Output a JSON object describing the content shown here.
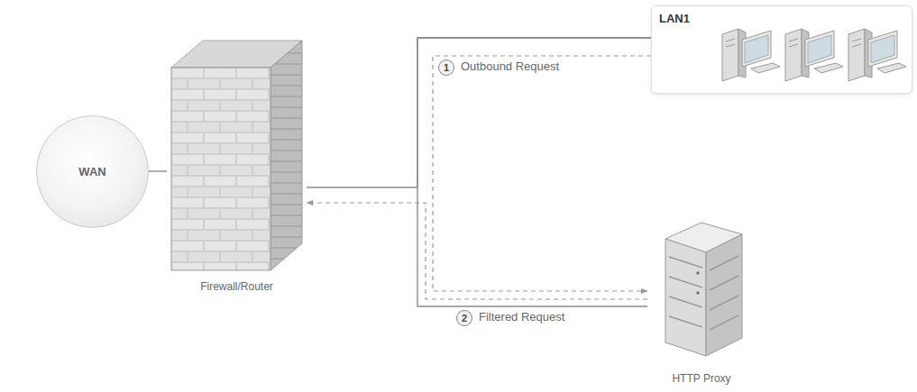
{
  "diagram": {
    "nodes": [
      {
        "text": [
          "WAN"
        ]
      },
      {
        "text": [
          "Firewall/Router"
        ]
      },
      {
        "text": [
          "LAN1"
        ]
      },
      {
        "text": [
          "HTTP Proxy"
        ]
      }
    ],
    "edges": [
      {
        "from": 0,
        "to": 1,
        "arrow": "none"
      },
      {
        "from": 2,
        "to": 1,
        "arrow": "none"
      },
      {
        "from": 2,
        "to": 3,
        "arrow": "none"
      },
      {
        "from": 2,
        "to": 3,
        "label": "Outbound Request",
        "arrow": "to"
      },
      {
        "from": 3,
        "to": 1,
        "label": "Filtered Request",
        "arrow": "to"
      }
    ],
    "labels": [
      "1",
      "2"
    ]
  }
}
